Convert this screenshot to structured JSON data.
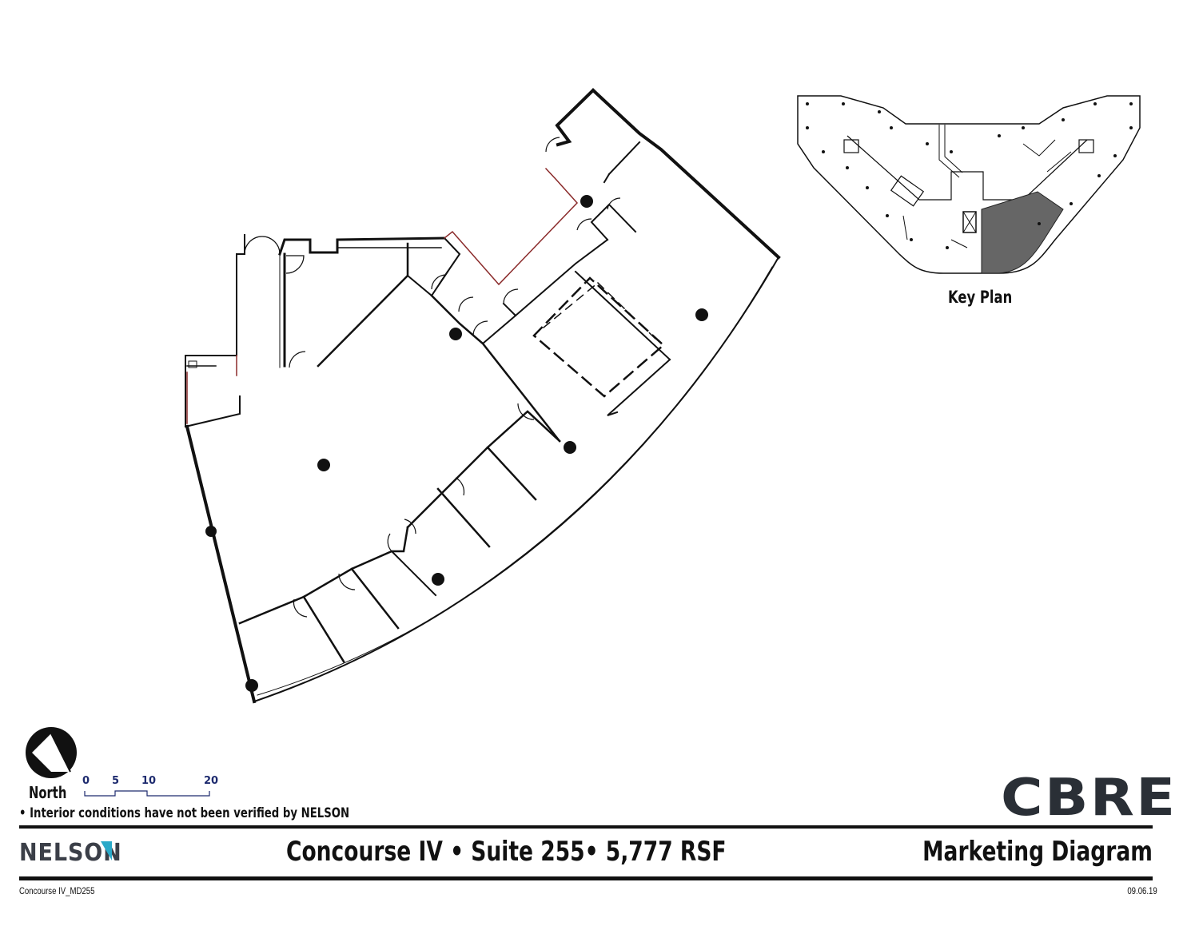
{
  "header": {
    "title": "Concourse IV • Suite 255• 5,777 RSF",
    "subtitle": "Marketing Diagram"
  },
  "key_plan": {
    "label": "Key Plan"
  },
  "north": {
    "label": "North"
  },
  "scale": {
    "ticks": [
      "0",
      "5",
      "10",
      "20"
    ]
  },
  "note": "• Interior conditions have not been verified by NELSON",
  "brand": {
    "left_logo": "NELSON",
    "right_logo": "CBRE",
    "accent": "#2aa9c8"
  },
  "footer": {
    "file_id": "Concourse IV_MD255",
    "date": "09.06.19"
  }
}
